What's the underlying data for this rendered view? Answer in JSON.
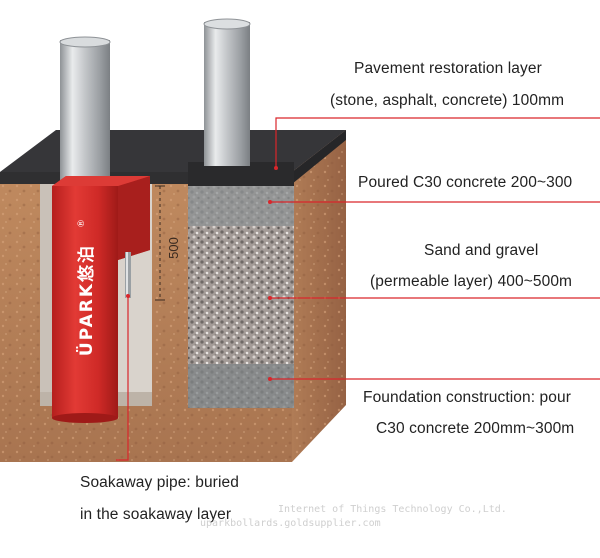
{
  "labels": {
    "pavement_line1": "Pavement restoration layer",
    "pavement_line2": "(stone, asphalt, concrete) 100mm",
    "poured": "Poured C30 concrete 200~300",
    "sand_line1": "Sand and gravel",
    "sand_line2": "(permeable layer) 400~500m",
    "foundation_line1": "Foundation construction: pour",
    "foundation_line2": "C30 concrete 200mm~300m",
    "soakaway_line1": "Soakaway pipe: buried",
    "soakaway_line2": "in the soakaway layer"
  },
  "dimension": "500",
  "brand": {
    "logo_text": "ÜPARK悠泊",
    "registered": "®"
  },
  "watermark": {
    "line1": "Internet of Things Technology Co.,Ltd.",
    "line2": "uparkbollards.goldsupplier.com"
  },
  "colors": {
    "leader_line": "#d9262b",
    "bollard_red": "#d42a28",
    "steel": "#b8bcc0",
    "soil": "#b9825a",
    "asphalt": "#3a3a3c",
    "concrete": "#8d9193",
    "gravel": "#9a9290"
  }
}
